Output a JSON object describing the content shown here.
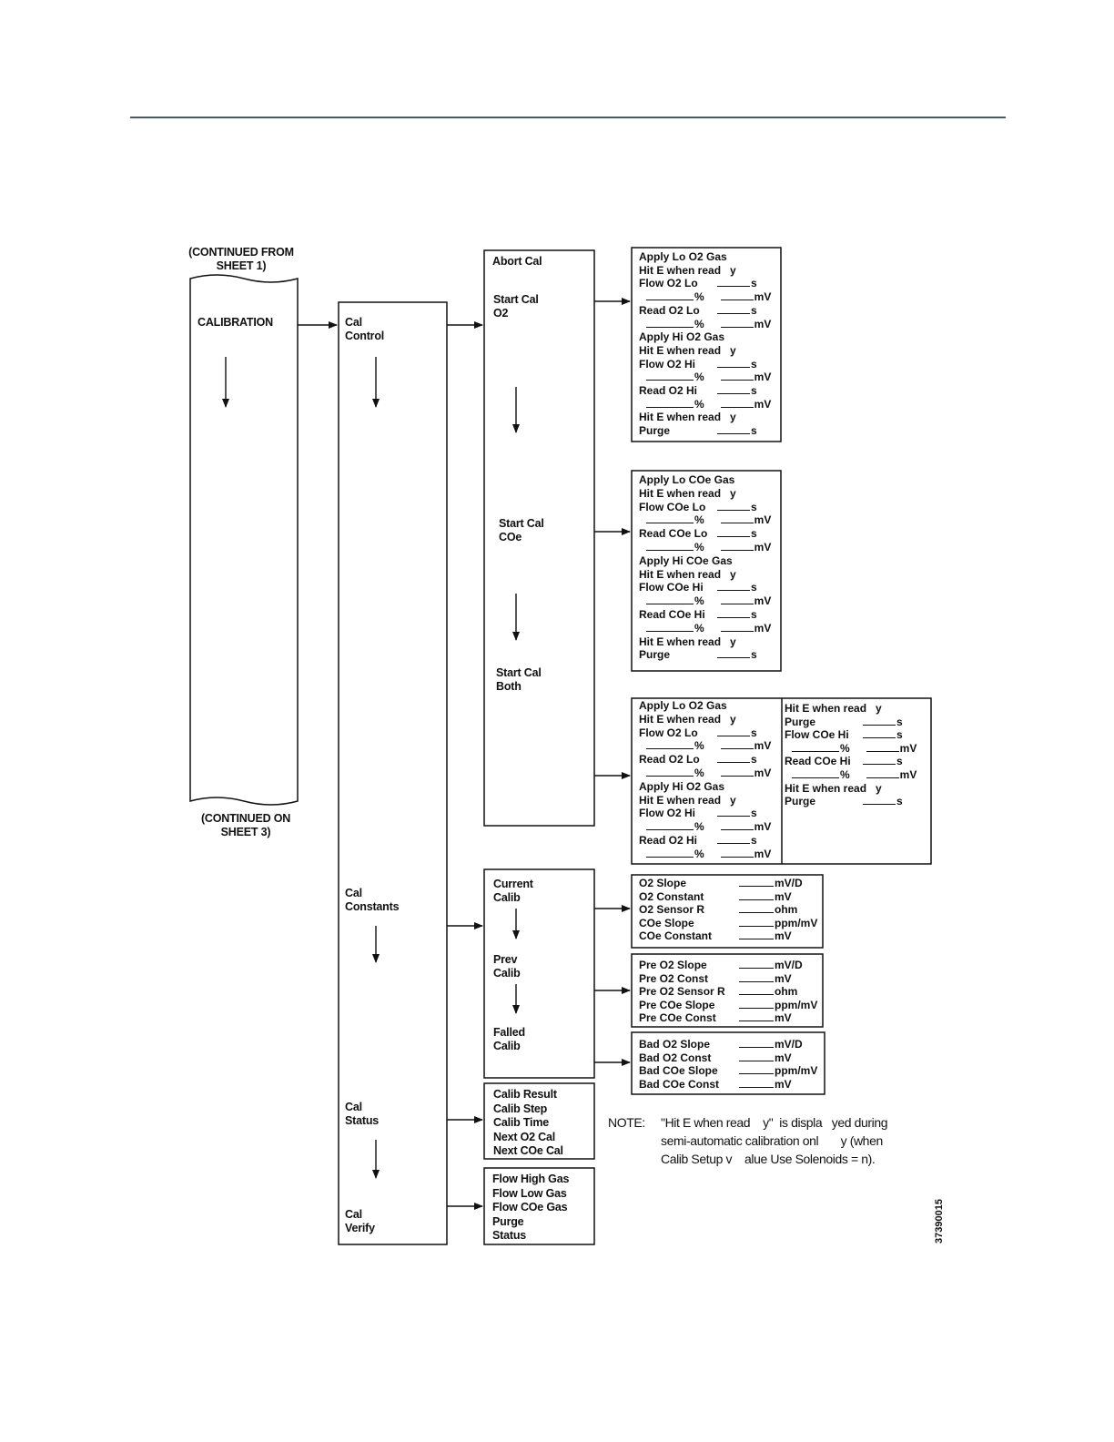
{
  "header_rule_color": "#4a5a6e",
  "left_column": {
    "continued_from": "(CONTINUED FROM\nSHEET 1)",
    "calibration": "CALIBRATION",
    "continued_on": "(CONTINUED ON\nSHEET 3)"
  },
  "cal_menu": {
    "control": "Cal\nControl",
    "constants": "Cal\nConstants",
    "status": "Cal\nStatus",
    "verify": "Cal\nVerify"
  },
  "control_menu": {
    "abort": "Abort Cal",
    "start_o2": "Start Cal\nO2",
    "start_coe": "Start Cal\nCOe",
    "start_both": "Start Cal\nBoth"
  },
  "o2_sequence": [
    {
      "t": "Apply Lo O2 Gas"
    },
    {
      "t": "Hit E when read   y"
    },
    {
      "t": "Flow O2 Lo",
      "a": "s"
    },
    {
      "t": "",
      "p": "%",
      "a": "mV"
    },
    {
      "t": "Read O2 Lo",
      "a": "s"
    },
    {
      "t": "",
      "p": "%",
      "a": "mV"
    },
    {
      "t": "Apply Hi O2 Gas"
    },
    {
      "t": "Hit E when read   y"
    },
    {
      "t": "Flow O2 Hi",
      "a": "s"
    },
    {
      "t": "",
      "p": "%",
      "a": "mV"
    },
    {
      "t": "Read O2 Hi",
      "a": "s"
    },
    {
      "t": "",
      "p": "%",
      "a": "mV"
    },
    {
      "t": "Hit E when read   y"
    },
    {
      "t": "Purge",
      "a": "s"
    }
  ],
  "coe_sequence": [
    {
      "t": "Apply Lo COe Gas"
    },
    {
      "t": "Hit E when read   y"
    },
    {
      "t": "Flow COe Lo",
      "a": "s"
    },
    {
      "t": "",
      "p": "%",
      "a": "mV"
    },
    {
      "t": "Read COe Lo",
      "a": "s"
    },
    {
      "t": "",
      "p": "%",
      "a": "mV"
    },
    {
      "t": "Apply Hi COe Gas"
    },
    {
      "t": "Hit E when read   y"
    },
    {
      "t": "Flow COe Hi",
      "a": "s"
    },
    {
      "t": "",
      "p": "%",
      "a": "mV"
    },
    {
      "t": "Read COe Hi",
      "a": "s"
    },
    {
      "t": "",
      "p": "%",
      "a": "mV"
    },
    {
      "t": "Hit E when read   y"
    },
    {
      "t": "Purge",
      "a": "s"
    }
  ],
  "both_sequence_left": [
    {
      "t": "Apply Lo O2 Gas"
    },
    {
      "t": "Hit E when read   y"
    },
    {
      "t": "Flow O2 Lo",
      "a": "s"
    },
    {
      "t": "",
      "p": "%",
      "a": "mV"
    },
    {
      "t": "Read O2 Lo",
      "a": "s"
    },
    {
      "t": "",
      "p": "%",
      "a": "mV"
    },
    {
      "t": "Apply Hi O2 Gas"
    },
    {
      "t": "Hit E when read   y"
    },
    {
      "t": "Flow O2 Hi",
      "a": "s"
    },
    {
      "t": "",
      "p": "%",
      "a": "mV"
    },
    {
      "t": "Read O2 Hi",
      "a": "s"
    },
    {
      "t": "",
      "p": "%",
      "a": "mV"
    }
  ],
  "both_sequence_right": [
    {
      "t": "Hit E when read   y"
    },
    {
      "t": "Purge",
      "a": "s"
    },
    {
      "t": "Flow COe Hi",
      "a": "s"
    },
    {
      "t": "",
      "p": "%",
      "a": "mV"
    },
    {
      "t": "Read COe Hi",
      "a": "s"
    },
    {
      "t": "",
      "p": "%",
      "a": "mV"
    },
    {
      "t": "Hit E when read   y"
    },
    {
      "t": "Purge",
      "a": "s"
    }
  ],
  "constants_menu": {
    "current": "Current\nCalib",
    "prev": "Prev\nCalib",
    "failed": "Falled\nCalib"
  },
  "current_calib": [
    {
      "t": "O2 Slope",
      "u": "mV/D"
    },
    {
      "t": "O2 Constant",
      "u": "mV"
    },
    {
      "t": "O2 Sensor R",
      "u": "ohm"
    },
    {
      "t": "COe Slope",
      "u": "ppm/mV"
    },
    {
      "t": "COe Constant",
      "u": "mV"
    }
  ],
  "prev_calib": [
    {
      "t": "Pre O2 Slope",
      "u": "mV/D"
    },
    {
      "t": "Pre O2 Const",
      "u": "mV"
    },
    {
      "t": "Pre O2 Sensor R",
      "u": "ohm"
    },
    {
      "t": "Pre COe Slope",
      "u": "ppm/mV"
    },
    {
      "t": "Pre COe Const",
      "u": "mV"
    }
  ],
  "bad_calib": [
    {
      "t": "Bad O2 Slope",
      "u": "mV/D"
    },
    {
      "t": "Bad O2 Const",
      "u": "mV"
    },
    {
      "t": "Bad COe Slope",
      "u": "ppm/mV"
    },
    {
      "t": "Bad COe Const",
      "u": "mV"
    }
  ],
  "status_menu": "Calib Result\nCalib Step\nCalib Time\nNext O2 Cal\nNext COe Cal",
  "verify_menu": "Flow High Gas\nFlow Low Gas\nFlow COe Gas\nPurge\nStatus",
  "note": {
    "label": "NOTE:",
    "text": "\"Hit E when read    y\"  is displa   yed during\nsemi-automatic calibration onl       y (when\nCalib Setup v    alue Use Solenoids = n)."
  },
  "figure_code": "37390015"
}
